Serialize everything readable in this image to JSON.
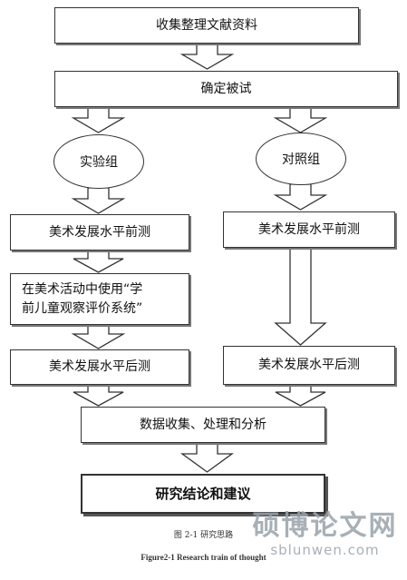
{
  "nodes": {
    "collect": "收集整理文献资料",
    "subjects": "确定被试",
    "exp_group": "实验组",
    "ctrl_group": "对照组",
    "exp_pretest": "美术发展水平前测",
    "ctrl_pretest": "美术发展水平前测",
    "intervention_line1": "在美术活动中使用“学",
    "intervention_line2": "前儿童观察评价系统”",
    "exp_posttest": "美术发展水平后测",
    "ctrl_posttest": "美术发展水平后测",
    "analysis": "数据收集、处理和分析",
    "conclusion": "研究结论和建议"
  },
  "caption_cn": "图 2-1 研究思路",
  "caption_en": "Figure2-1 Research train of thought",
  "watermark": {
    "text": "硕博论文网",
    "url": "sblunwen.com"
  }
}
